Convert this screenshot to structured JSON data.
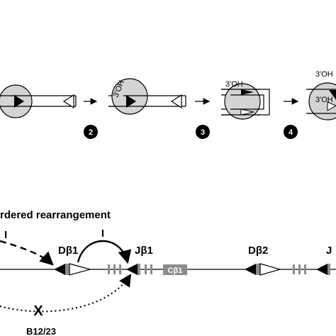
{
  "top_panel": {
    "step_labels": [
      "2",
      "3",
      "4"
    ],
    "oh_labels": [
      "3'OH",
      "3'OH",
      "3'OH",
      "3'OH"
    ]
  },
  "bottom_panel": {
    "title": "rdered rearrangement",
    "arrow_label_left": "I",
    "arrow_label_mid": "I",
    "segments": {
      "d1": "Dβ1",
      "j1": "Jβ1",
      "c1": "Cβ1",
      "d2": "Dβ2",
      "j2": "J"
    },
    "block_mark": "X",
    "block_label": "B12/23"
  },
  "colors": {
    "circle_fill": "#d4d4d4",
    "gene_gray": "#8c8c8c",
    "ink": "#000000"
  }
}
